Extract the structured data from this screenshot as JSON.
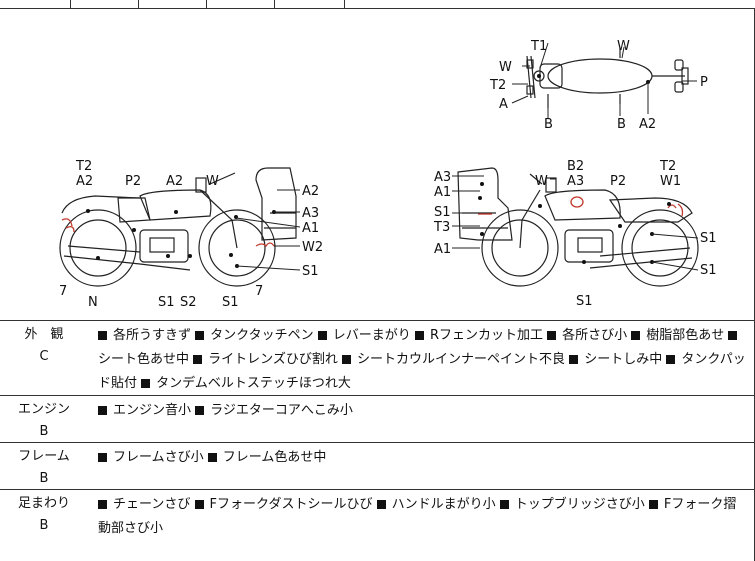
{
  "diagram": {
    "top_view_labels": [
      "T1",
      "W",
      "W",
      "T2",
      "A",
      "P",
      "B",
      "B",
      "A2"
    ],
    "left_view_labels": [
      "T2",
      "A2",
      "P2",
      "A2",
      "W",
      "A2",
      "A3",
      "A1",
      "W2",
      "7",
      "N",
      "S1",
      "S2",
      "S1",
      "7",
      "S1"
    ],
    "right_view_labels": [
      "A3",
      "A1",
      "S1",
      "T3",
      "A1",
      "W",
      "B2",
      "A3",
      "P2",
      "T2",
      "W1",
      "S1",
      "S1",
      "S1"
    ]
  },
  "rows": [
    {
      "category": "外　観",
      "grade": "C",
      "items": [
        "各所うすきず",
        "タンクタッチペン",
        "レバーまがり",
        "Rフェンカット加工",
        "各所さび小",
        "樹脂部色あせ",
        "シート色あせ中",
        "ライトレンズひび割れ",
        "シートカウルインナーペイント不良",
        "シートしみ中",
        "タンクパッド貼付",
        "タンデムベルトステッチほつれ大"
      ]
    },
    {
      "category": "エンジン",
      "grade": "B",
      "items": [
        "エンジン音小",
        "ラジエターコアへこみ小"
      ]
    },
    {
      "category": "フレーム",
      "grade": "B",
      "items": [
        "フレームさび小",
        "フレーム色あせ中"
      ]
    },
    {
      "category": "足まわり",
      "grade": "B",
      "items": [
        "チェーンさび",
        "Fフォークダストシールひび",
        "ハンドルまがり小",
        "トップブリッジさび小",
        "Fフォーク摺動部さび小"
      ]
    }
  ]
}
